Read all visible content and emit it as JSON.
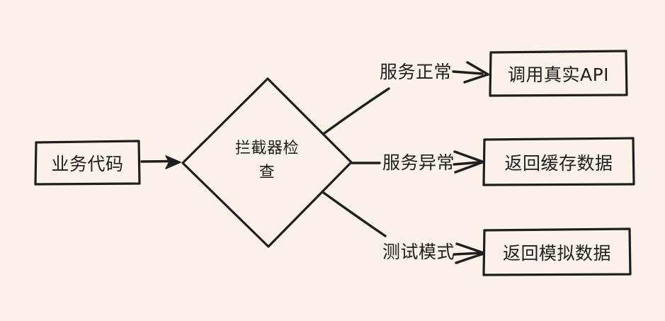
{
  "canvas": {
    "background": "#faf2e9",
    "stroke_color": "#1e1e1e"
  },
  "diagram": {
    "nodes": {
      "business_code": {
        "shape": "rectangle",
        "label": "业务代码"
      },
      "interceptor_check": {
        "shape": "diamond",
        "label": "拦截器检查",
        "lines": [
          "拦截器检",
          "查"
        ]
      },
      "call_real_api": {
        "shape": "rectangle",
        "label": "调用真实API"
      },
      "return_cache": {
        "shape": "rectangle",
        "label": "返回缓存数据"
      },
      "return_mock": {
        "shape": "rectangle",
        "label": "返回模拟数据"
      }
    },
    "edges": [
      {
        "from": "业务代码",
        "to": "拦截器检查",
        "label": ""
      },
      {
        "from": "拦截器检查",
        "to": "调用真实API",
        "label": "服务正常"
      },
      {
        "from": "拦截器检查",
        "to": "返回缓存数据",
        "label": "服务异常"
      },
      {
        "from": "拦截器检查",
        "to": "返回模拟数据",
        "label": "测试模式"
      }
    ]
  }
}
